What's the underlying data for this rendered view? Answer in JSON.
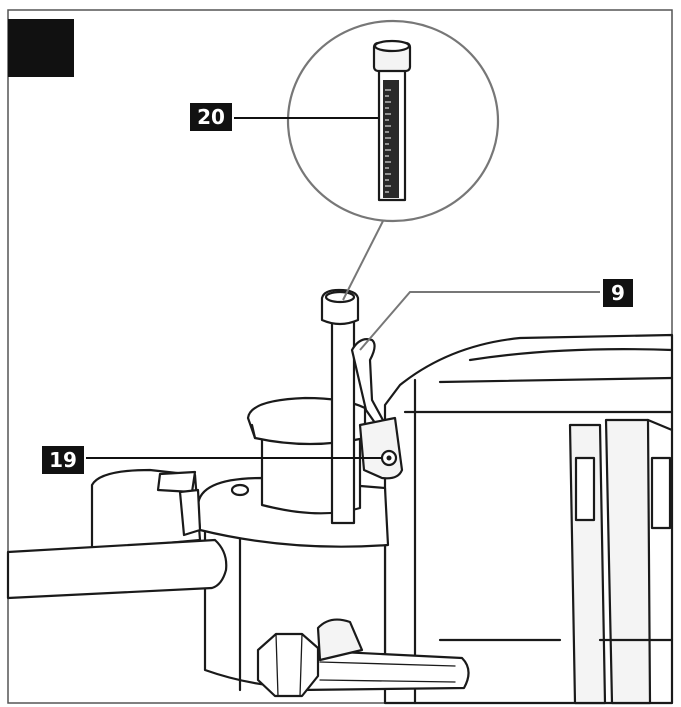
{
  "figure": {
    "panel_marker_color": "#111111",
    "callouts": [
      {
        "id": "callout-20",
        "label": "20"
      },
      {
        "id": "callout-9",
        "label": "9"
      },
      {
        "id": "callout-19",
        "label": "19"
      }
    ]
  }
}
